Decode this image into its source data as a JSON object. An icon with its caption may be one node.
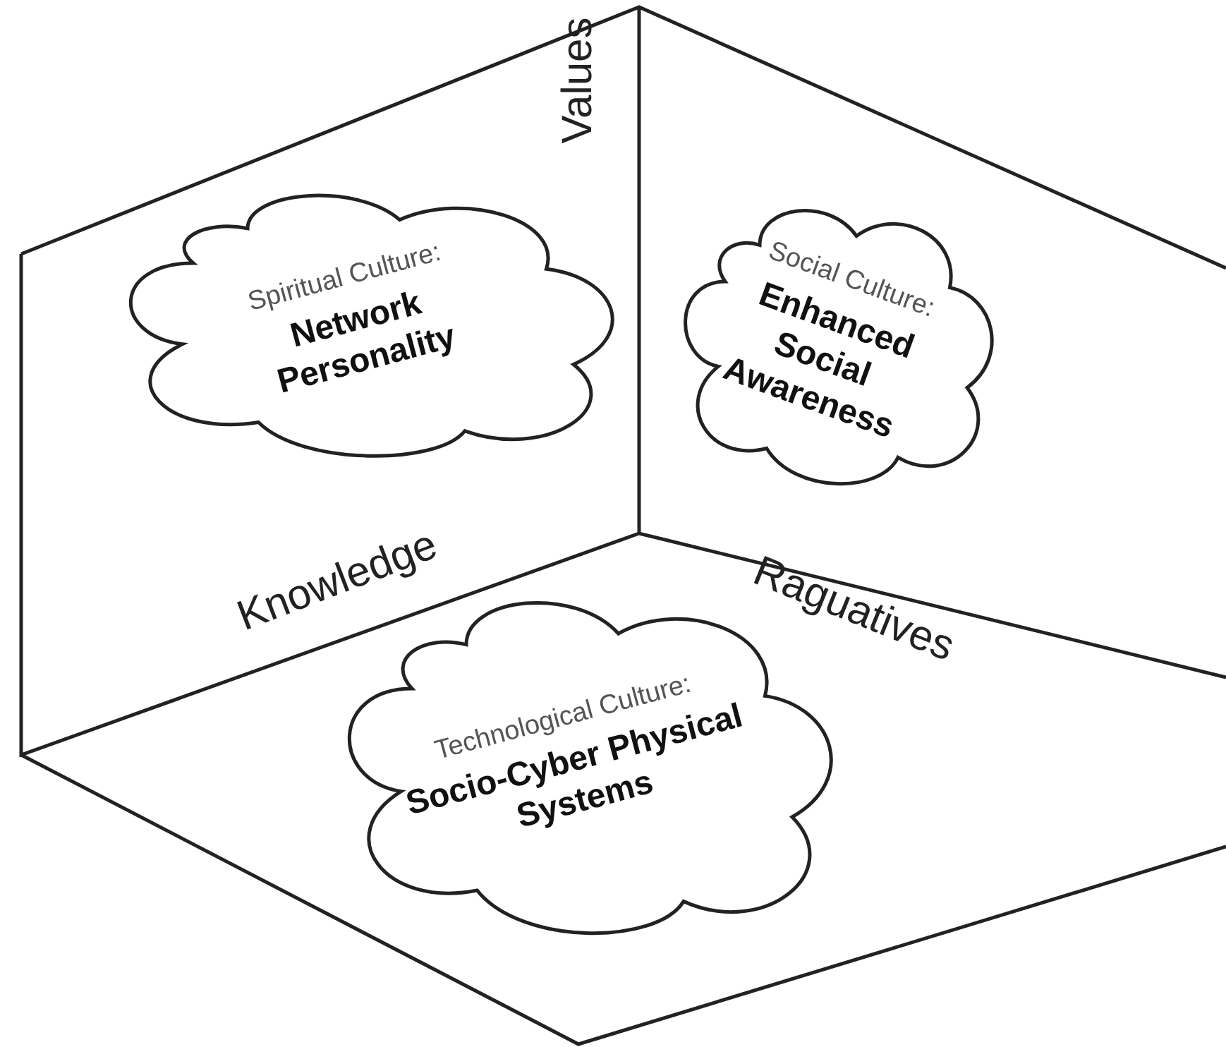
{
  "diagram": {
    "nodes": [
      {
        "text": [
          "Spiritual Culture:",
          "Network Personality"
        ]
      },
      {
        "text": [
          "Social Culture:",
          "Enhanced Social Awareness"
        ]
      },
      {
        "text": [
          "Technological Culture:",
          "Socio-Cyber Physical Systems"
        ]
      }
    ],
    "labels": [
      "Values",
      "Knowledge",
      "Raguatives"
    ]
  }
}
